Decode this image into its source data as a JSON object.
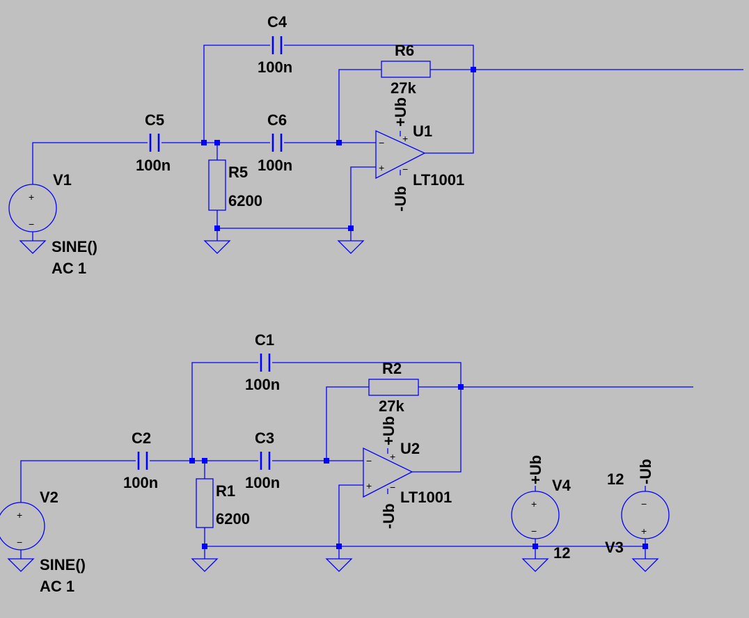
{
  "circuit_top": {
    "C4": {
      "ref": "C4",
      "value": "100n"
    },
    "R6": {
      "ref": "R6",
      "value": "27k"
    },
    "C5": {
      "ref": "C5",
      "value": "100n"
    },
    "C6": {
      "ref": "C6",
      "value": "100n"
    },
    "R5": {
      "ref": "R5",
      "value": "6200"
    },
    "U1": {
      "ref": "U1",
      "model": "LT1001",
      "pos_supply": "+Ub",
      "neg_supply": "-Ub"
    },
    "V1": {
      "ref": "V1",
      "line1": "SINE()",
      "line2": "AC 1"
    }
  },
  "circuit_bottom": {
    "C1": {
      "ref": "C1",
      "value": "100n"
    },
    "R2": {
      "ref": "R2",
      "value": "27k"
    },
    "C2": {
      "ref": "C2",
      "value": "100n"
    },
    "C3": {
      "ref": "C3",
      "value": "100n"
    },
    "R1": {
      "ref": "R1",
      "value": "6200"
    },
    "U2": {
      "ref": "U2",
      "model": "LT1001",
      "pos_supply": "+Ub",
      "neg_supply": "-Ub"
    },
    "V2": {
      "ref": "V2",
      "line1": "SINE()",
      "line2": "AC 1"
    }
  },
  "supplies": {
    "V4": {
      "ref": "V4",
      "value": "12",
      "net": "+Ub"
    },
    "V3": {
      "ref": "V3",
      "value": "12",
      "net": "-Ub"
    }
  },
  "pin_marks": {
    "plus": "+",
    "minus": "−"
  },
  "colors": {
    "background": "#c0c0c0",
    "wire": "#0000ff",
    "text": "#000000"
  }
}
